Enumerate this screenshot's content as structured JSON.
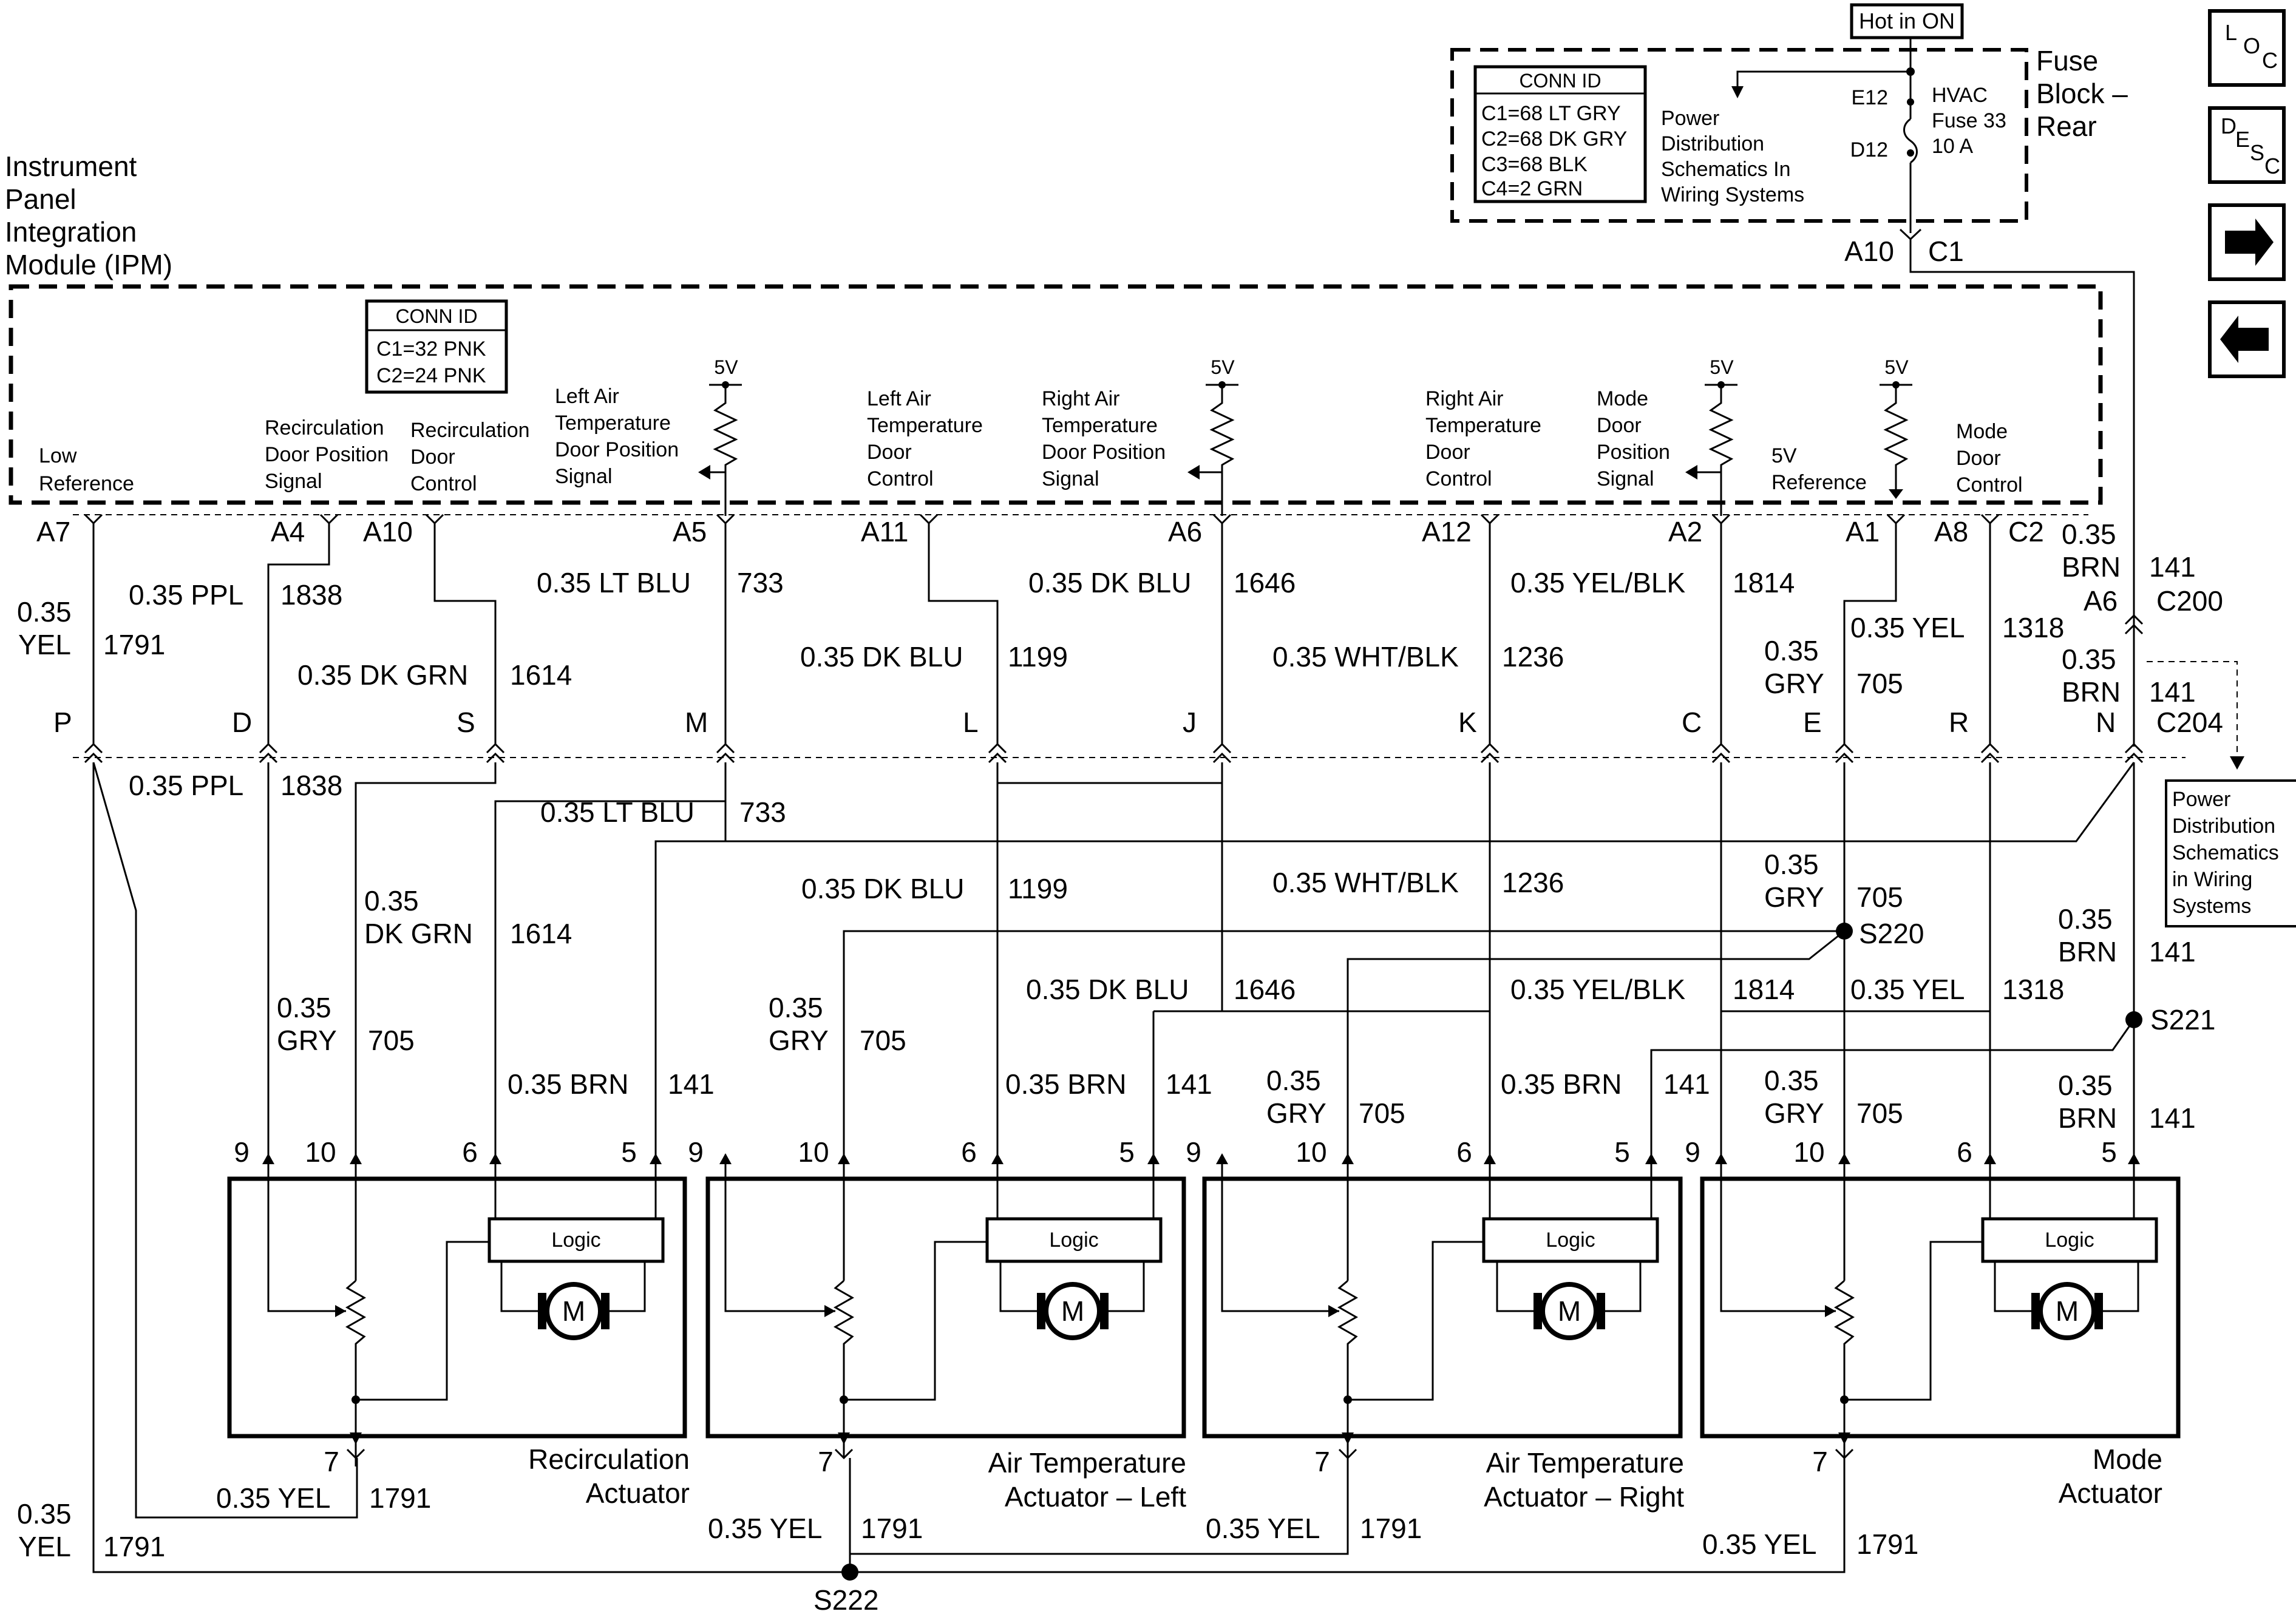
{
  "module": {
    "title_lines": [
      "Instrument",
      "Panel",
      "Integration",
      "Module (IPM)"
    ],
    "conn_id": {
      "header": "CONN ID",
      "rows": [
        "C1=32 PNK",
        "C2=24 PNK"
      ]
    }
  },
  "fuse_block": {
    "hot_label": "Hot in ON",
    "title_lines": [
      "Fuse",
      "Block –",
      "Rear"
    ],
    "conn_id": {
      "header": "CONN ID",
      "rows": [
        "C1=68 LT GRY",
        "C2=68 DK GRY",
        "C3=68 BLK",
        "C4=2 GRN"
      ]
    },
    "power_dist_lines": [
      "Power",
      "Distribution",
      "Schematics In",
      "Wiring Systems"
    ],
    "fuse_lines": [
      "HVAC",
      "Fuse 33",
      "10 A"
    ],
    "term_e12": "E12",
    "term_d12": "D12",
    "term_a10": "A10",
    "conn_c1": "C1"
  },
  "nav": {
    "loc": [
      "L",
      "O",
      "C"
    ],
    "desc": [
      "D",
      "E",
      "S",
      "C"
    ],
    "forward": "➡",
    "back": "⬅"
  },
  "ipm_labels": {
    "low_ref": [
      "Low",
      "Reference"
    ],
    "recirc_sig": [
      "Recirculation",
      "Door Position",
      "Signal"
    ],
    "recirc_ctrl": [
      "Recirculation",
      "Door",
      "Control"
    ],
    "lat_pos": [
      "Left Air",
      "Temperature",
      "Door Position",
      "Signal"
    ],
    "lat_ctrl": [
      "Left Air",
      "Temperature",
      "Door",
      "Control"
    ],
    "rat_pos": [
      "Right Air",
      "Temperature",
      "Door Position",
      "Signal"
    ],
    "rat_ctrl": [
      "Right Air",
      "Temperature",
      "Door",
      "Control"
    ],
    "mode_pos": [
      "Mode",
      "Door",
      "Position",
      "Signal"
    ],
    "ref5v": [
      "5V",
      "Reference"
    ],
    "mode_ctrl": [
      "Mode",
      "Door",
      "Control"
    ],
    "v5": "5V"
  },
  "pins": {
    "a7": "A7",
    "a4": "A4",
    "a10": "A10",
    "a5": "A5",
    "a11": "A11",
    "a6": "A6",
    "a12": "A12",
    "a2": "A2",
    "a1": "A1",
    "a8": "A8",
    "c2": "C2"
  },
  "c204": {
    "p": "P",
    "d": "D",
    "s": "S",
    "m": "M",
    "l": "L",
    "j": "J",
    "k": "K",
    "c": "C",
    "e": "E",
    "r": "R",
    "n": "N",
    "a6": "A6",
    "c200": "C200",
    "c204": "C204"
  },
  "wires": {
    "yel": "0.35 YEL",
    "yel_a": "0.35",
    "yel_b": "YEL",
    "c1791": "1791",
    "ppl": "0.35 PPL",
    "c1838": "1838",
    "dkgrn": "0.35 DK GRN",
    "dkgrn_a": "0.35",
    "dkgrn_b": "DK GRN",
    "c1614": "1614",
    "ltblu": "0.35 LT BLU",
    "c733": "733",
    "dkblu": "0.35 DK BLU",
    "c1199": "1199",
    "c1646": "1646",
    "whtblk": "0.35 WHT/BLK",
    "c1236": "1236",
    "yelblk": "0.35 YEL/BLK",
    "c1814": "1814",
    "gry_a": "0.35",
    "gry_b": "GRY",
    "c705": "705",
    "c1318": "1318",
    "brn": "0.35 BRN",
    "brn_a": "0.35",
    "brn_b": "BRN",
    "c141": "141"
  },
  "splices": {
    "s220": "S220",
    "s221": "S221",
    "s222": "S222"
  },
  "power_dist_right": [
    "Power",
    "Distribution",
    "Schematics",
    "in Wiring",
    "Systems"
  ],
  "actuators": {
    "logic": "Logic",
    "motor": "M",
    "pin9": "9",
    "pin10": "10",
    "pin6": "6",
    "pin5": "5",
    "pin7": "7",
    "recirc": [
      "Recirculation",
      "Actuator"
    ],
    "left": [
      "Air Temperature",
      "Actuator – Left"
    ],
    "right": [
      "Air Temperature",
      "Actuator – Right"
    ],
    "mode": [
      "Mode",
      "Actuator"
    ]
  }
}
